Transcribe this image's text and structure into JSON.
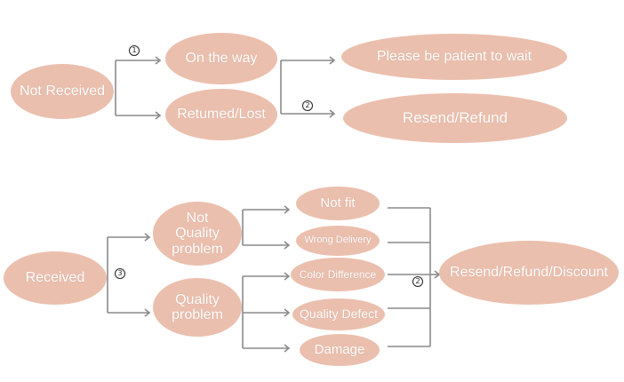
{
  "colors": {
    "node_fill": "#ebbfae",
    "node_text": "#ffffff",
    "connector": "#8a8a8a",
    "marker_border": "#222222"
  },
  "diagram": {
    "nodes": {
      "not_received": "Not Received",
      "on_the_way": "On the way",
      "returned_lost": "Retumed/Lost",
      "please_wait": "Please be patient to wait",
      "resend_refund": "Resend/Refund",
      "received": "Received",
      "not_quality_problem": "Not\nQuality\nproblem",
      "quality_problem": "Quality\nproblem",
      "not_fit": "Not fit",
      "wrong_delivery": "Wrong Delivery",
      "color_difference": "Color Difference",
      "quality_defect": "Quality Defect",
      "damage": "Damage",
      "resend_refund_discount": "Resend/Refund/Discount"
    },
    "markers": {
      "circled_1": "1",
      "circled_2_top": "2",
      "circled_3": "3",
      "circled_2_bottom": "2"
    }
  }
}
